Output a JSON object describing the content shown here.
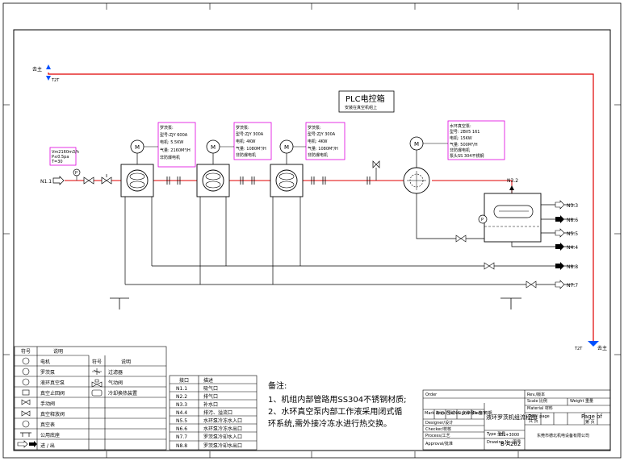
{
  "diagram": {
    "process_line_color": "#e00000",
    "box_color": "#e000e0",
    "plc_box": {
      "title": "PLC电控箱",
      "subtitle": "安装在真空机组上"
    },
    "steam_top": {
      "label": "去主",
      "code": "T2T"
    },
    "steam_bottom": {
      "label": "去主",
      "code": "T2T"
    },
    "inlet": {
      "code": "N1.1",
      "spec": [
        "Vm2160m3/h",
        "P≤0.5pa",
        "T=30"
      ]
    },
    "roots_pumps": [
      {
        "lines": [
          "罗茨泵:",
          "型号:ZJY 600A",
          "电机: 5.5KW",
          "气量: 2160M³/H",
          "非防爆电机"
        ],
        "motor": "M"
      },
      {
        "lines": [
          "罗茨泵:",
          "型号:ZJY 300A",
          "电机: 4KW",
          "气量: 1080M³/H",
          "非防爆电机"
        ],
        "motor": "M"
      },
      {
        "lines": [
          "罗茨泵:",
          "型号:ZJY 300A",
          "电机: 4KW",
          "气量: 1080M³/H",
          "非防爆电机"
        ],
        "motor": "M"
      }
    ],
    "liquid_ring_pump": {
      "lines": [
        "水环真空泵:",
        "型号: 2BV5 161",
        "电机: 15KW",
        "气量: 500M³/H",
        "非防爆电机",
        "泵头SS 304不锈钢"
      ],
      "motor": "M"
    },
    "tank_top": "N3.2",
    "outlets": [
      "N3.3",
      "N8.6",
      "N5.5",
      "N4.4",
      "N8.8",
      "N7.7"
    ]
  },
  "legend": {
    "headers": {
      "symbol": "符号",
      "desc": "说明"
    },
    "left_items": [
      "电机",
      "罗茨泵",
      "液环真空泵",
      "真空止回阀",
      "手动阀",
      "真空释放阀",
      "真空表",
      "公用底座",
      "进 / 出"
    ],
    "right_items": [
      "过滤器",
      "气动阀",
      "冷却换热装置"
    ]
  },
  "ports_table": {
    "headers": {
      "code": "接口",
      "desc": "描述"
    },
    "rows": [
      {
        "code": "N1.1",
        "desc": "吸气口"
      },
      {
        "code": "N2.2",
        "desc": "排气口"
      },
      {
        "code": "N3.3",
        "desc": "补水口"
      },
      {
        "code": "N4.4",
        "desc": "排污、溢流口"
      },
      {
        "code": "N5.5",
        "desc": "水环泵冷冻水入口"
      },
      {
        "code": "N6.6",
        "desc": "水环泵冷冻水出口"
      },
      {
        "code": "N7.7",
        "desc": "罗茨泵冷却水入口"
      },
      {
        "code": "N8.8",
        "desc": "罗茨泵冷却水出口"
      }
    ]
  },
  "notes": {
    "title": "备注:",
    "lines": [
      "1、机组内部管路用SS304不锈钢材质;",
      "2、水环真空泵内部工作液采用闭式循",
      "环系统,需外接冷冻水进行热交换。"
    ]
  },
  "title_block": {
    "order": "Order",
    "rev": "Rev./版本",
    "scale": "Scale\n比例",
    "weight": "Weight\n重量",
    "material": "Material\n材料",
    "total_pages": "Total page",
    "total_pages_cn": "共  页",
    "page_of": "Page of",
    "page_of_cn": "第  页",
    "drawing_title": "液环罗茨机组流程图",
    "designer": "Designer/设计",
    "checker": "Checker/校核",
    "process": "Process/工艺",
    "approval": "Approval/批准",
    "type_label": "Type\n型号:",
    "type_value": "TBL+3000",
    "drawing_no_label": "Drawing No.\n图号",
    "drawing_no": "B-A202",
    "company": "东莞市德北机电设备有限公司",
    "mini_headers": [
      "Mark\n标记",
      "Area\n区域",
      "Fils No.\n文件号",
      "Signature\n签字",
      "Date\n日期"
    ]
  }
}
